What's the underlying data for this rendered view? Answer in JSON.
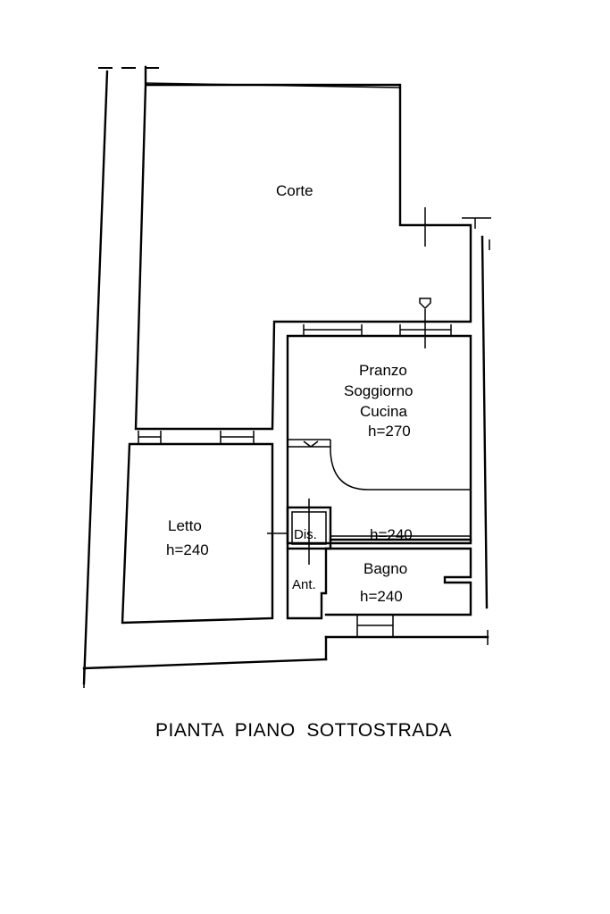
{
  "rooms": {
    "corte": {
      "name": "Corte"
    },
    "living": {
      "name_line1": "Pranzo",
      "name_line2": "Soggiorno",
      "name_line3": "Cucina",
      "height": "h=270"
    },
    "hallway": {
      "height": "h=240"
    },
    "letto": {
      "name": "Letto",
      "height": "h=240"
    },
    "dis": {
      "name": "Dis."
    },
    "ant": {
      "name": "Ant."
    },
    "bagno": {
      "name": "Bagno",
      "height": "h=240"
    }
  },
  "title": "PIANTA  PIANO  SOTTOSTRADA"
}
